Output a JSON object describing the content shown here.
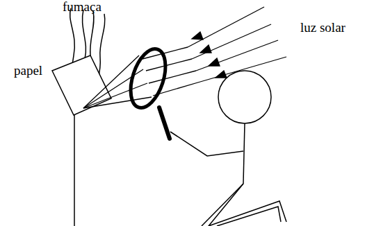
{
  "diagram": {
    "labels": [
      "fumaça",
      "luz solar",
      "papel"
    ]
  }
}
